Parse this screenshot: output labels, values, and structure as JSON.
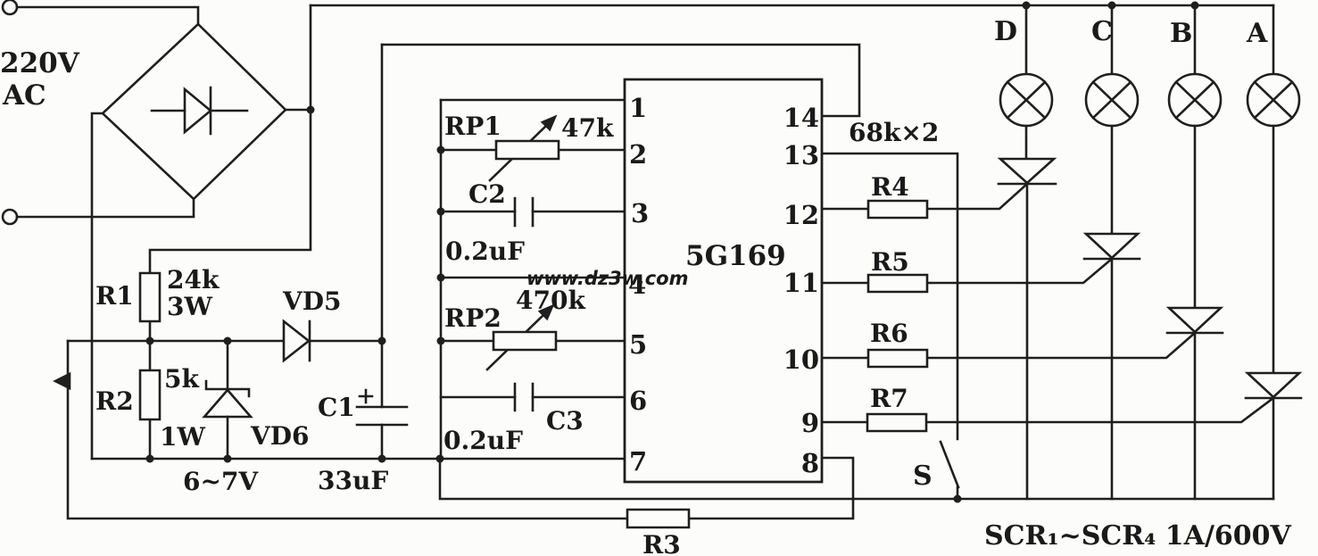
{
  "source": {
    "voltage": "220V",
    "current_type": "AC"
  },
  "components": {
    "r1": {
      "name": "R1",
      "value": "24k",
      "power": "3W"
    },
    "r2": {
      "name": "R2",
      "value": "5k",
      "power": "1W"
    },
    "r3": {
      "name": "R3"
    },
    "r4": {
      "name": "R4"
    },
    "r5": {
      "name": "R5"
    },
    "r6": {
      "name": "R6"
    },
    "r7": {
      "name": "R7"
    },
    "vd5": {
      "name": "VD5"
    },
    "vd6": {
      "name": "VD6",
      "zener_voltage": "6~7V"
    },
    "c1": {
      "name": "C1",
      "value": "33uF"
    },
    "c2": {
      "name": "C2",
      "value": "0.2uF"
    },
    "c3": {
      "name": "C3",
      "value": "0.2uF"
    },
    "rp1": {
      "name": "RP1",
      "value": "47k"
    },
    "rp2": {
      "name": "RP2",
      "value": "470k"
    },
    "switch": {
      "name": "S"
    },
    "gate_note": "68k×2"
  },
  "ic": {
    "label": "5G169",
    "left_pins": [
      "1",
      "2",
      "3",
      "4",
      "5",
      "6",
      "7"
    ],
    "right_pins": [
      "14",
      "13",
      "12",
      "11",
      "10",
      "9",
      "8"
    ]
  },
  "lamps": [
    "D",
    "C",
    "B",
    "A"
  ],
  "notes": {
    "scr": "SCR₁~SCR₄ 1A/600V"
  },
  "watermark": "www.dz3w.com",
  "colors": {
    "line": "#1f1f1f",
    "background": "#fcfcfa",
    "watermark": "#b4b4b4"
  }
}
